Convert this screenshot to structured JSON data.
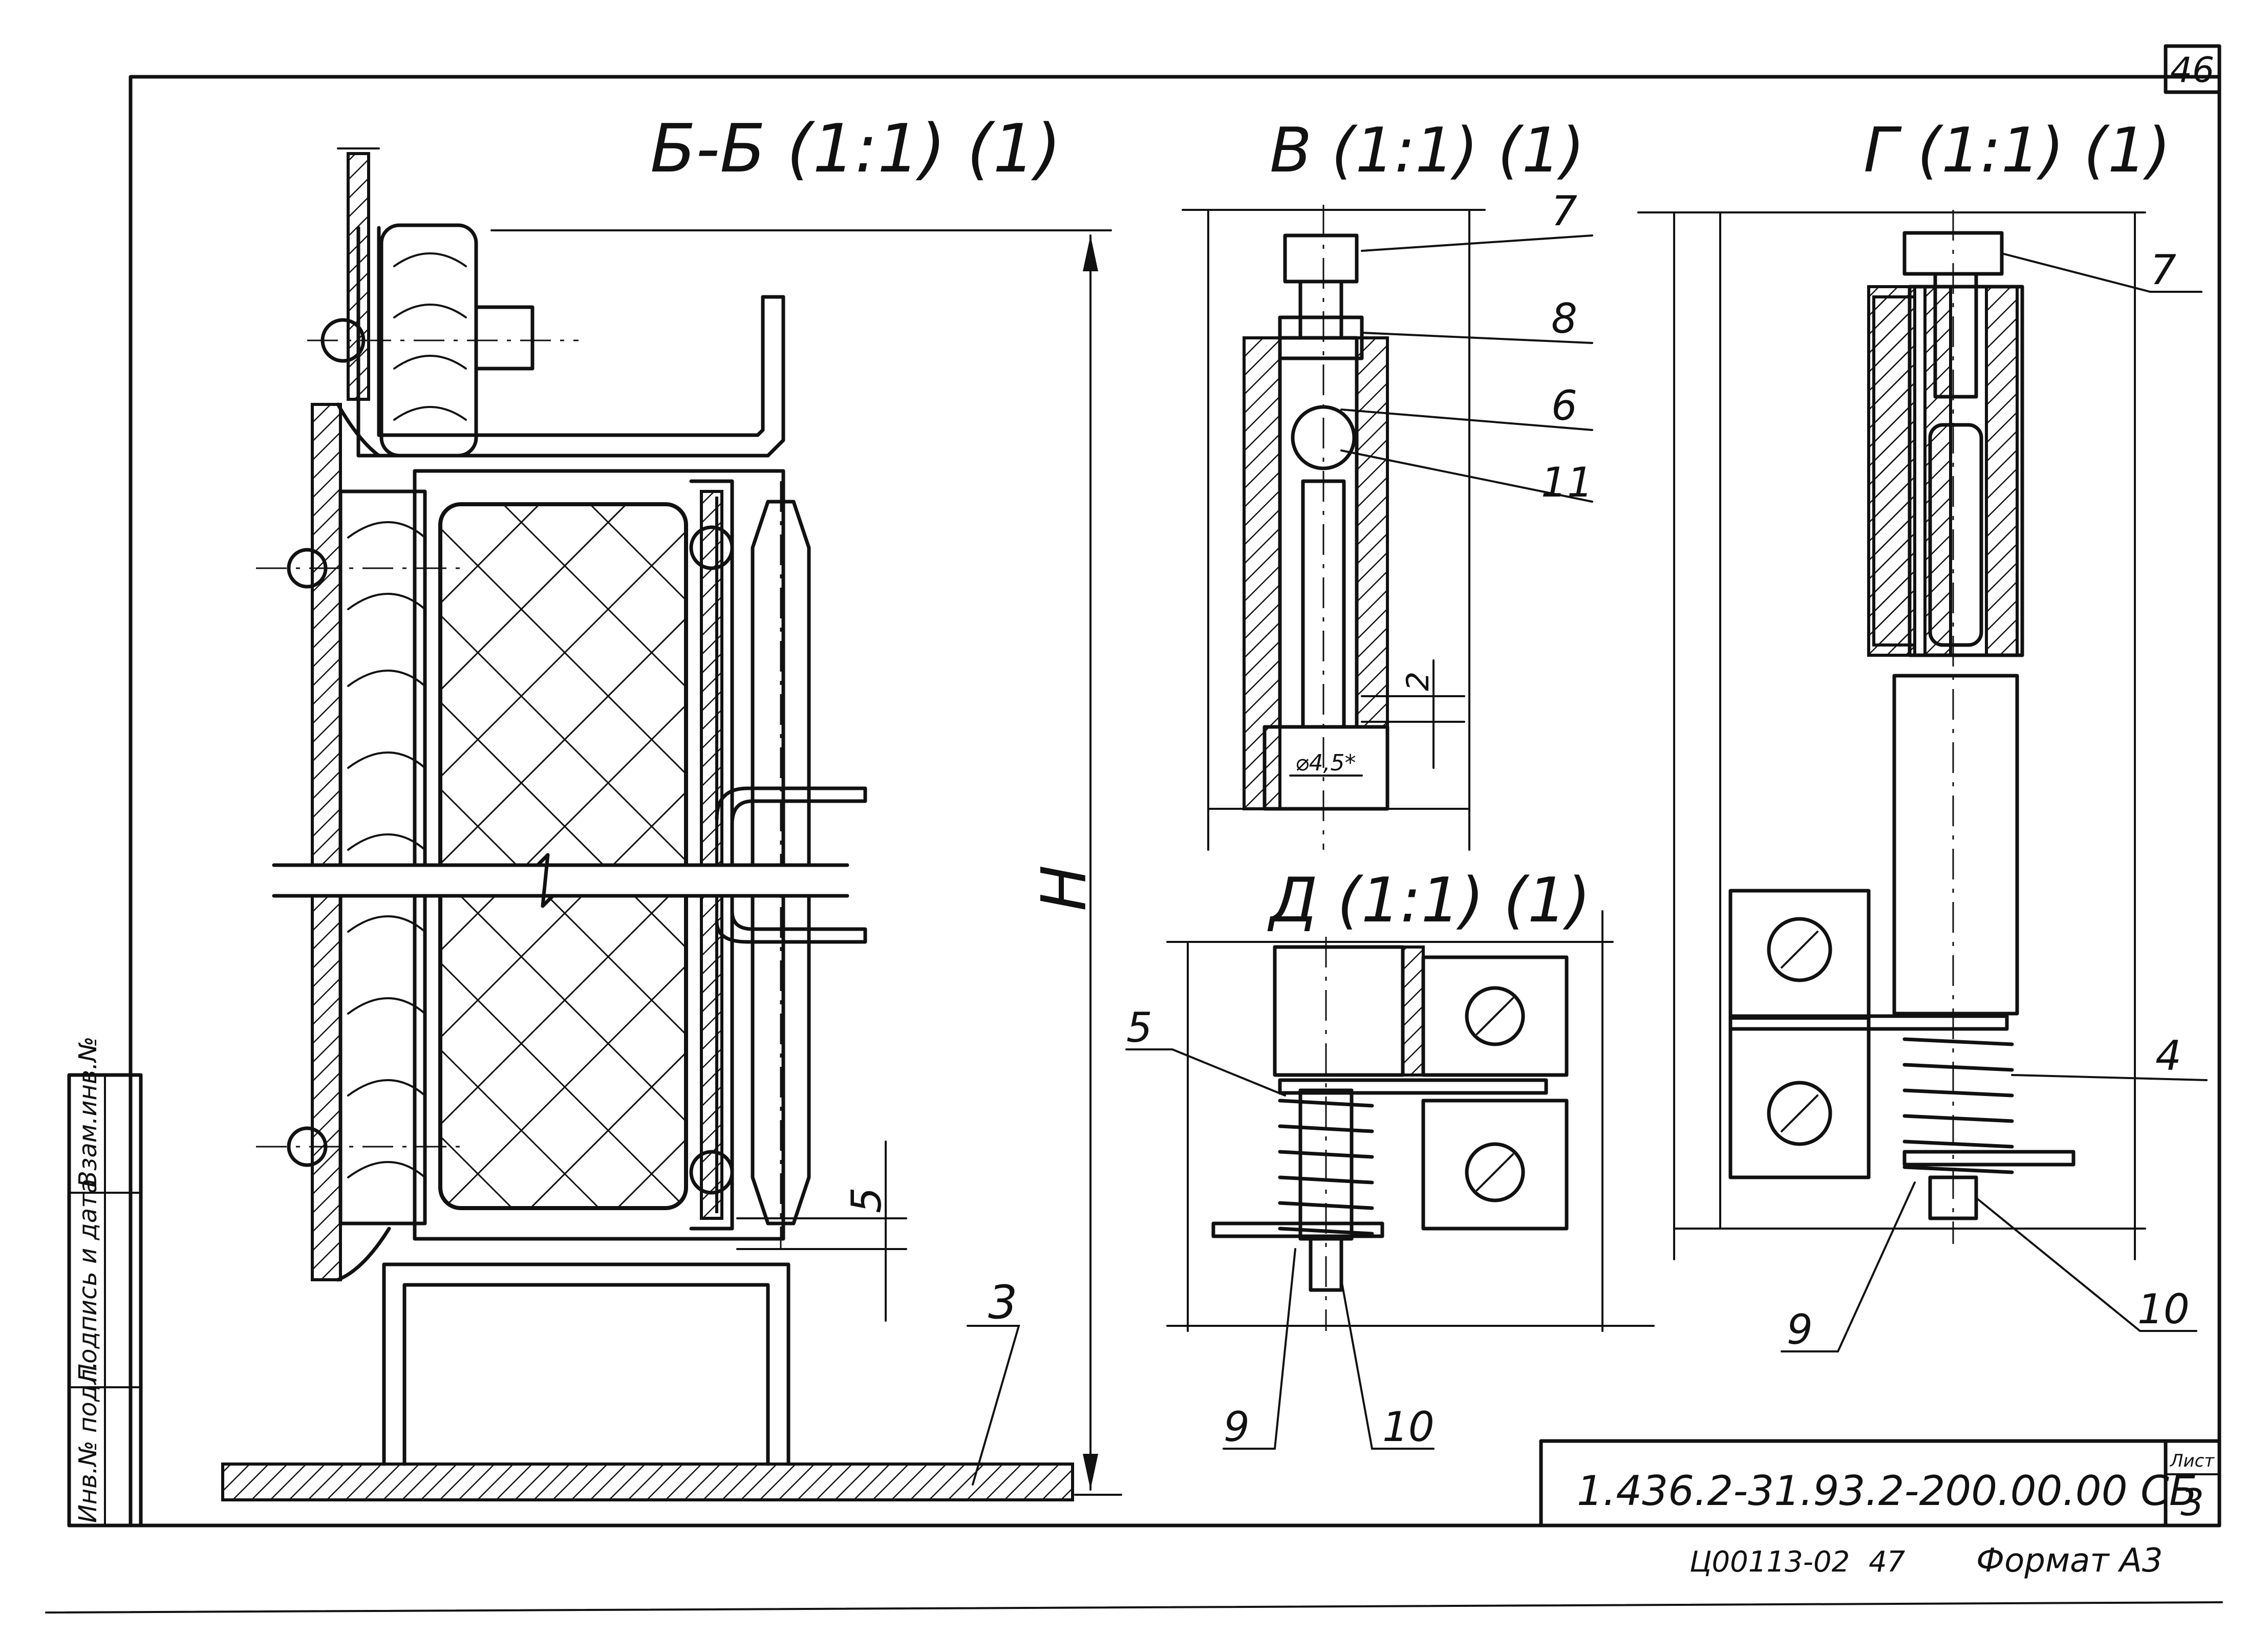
{
  "sheet_number_top": "46",
  "views": {
    "section_bb": "Б-Б (1:1) (1)",
    "view_v": "В (1:1) (1)",
    "view_g": "Г (1:1) (1)",
    "view_d": "Д (1:1) (1)"
  },
  "dimensions": {
    "height_H": "H",
    "gap_5": "5",
    "gap_2": "2",
    "diameter": "⌀4,5*"
  },
  "callouts": {
    "c3": "3",
    "c4": "4",
    "c5": "5",
    "c6": "6",
    "c7": "7",
    "c7b": "7",
    "c8": "8",
    "c9": "9",
    "c9b": "9",
    "c10": "10",
    "c10b": "10",
    "c11": "11"
  },
  "side_stamp": {
    "inv_no": "Инв.№ подл.",
    "sign_date": "Подпись и дата",
    "replaces": "Взам.инв.№"
  },
  "title_block": {
    "designation": "1.436.2-31.93.2-200.00.00 СБ",
    "sheet_label": "Лист",
    "sheet_value": "3"
  },
  "footer": {
    "code": "Ц00113-02",
    "page": "47",
    "format": "Формат А3"
  }
}
